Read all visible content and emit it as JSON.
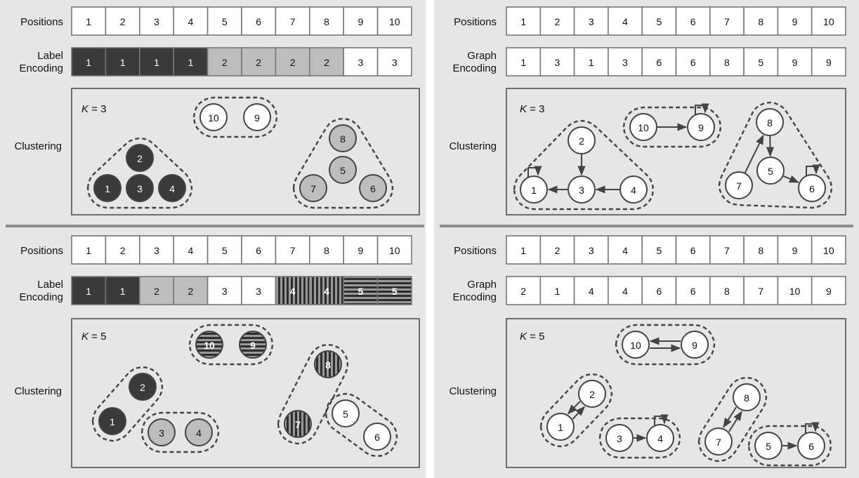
{
  "panels": [
    {
      "id": "label-k3",
      "rows": {
        "positions": {
          "label": "Positions",
          "values": [
            "1",
            "2",
            "3",
            "4",
            "5",
            "6",
            "7",
            "8",
            "9",
            "10"
          ]
        },
        "encoding": {
          "label_lines": [
            "Label",
            "Encoding"
          ],
          "values": [
            "1",
            "1",
            "1",
            "1",
            "2",
            "2",
            "2",
            "2",
            "3",
            "3"
          ],
          "styles": [
            "dark",
            "dark",
            "dark",
            "dark",
            "gray",
            "gray",
            "gray",
            "gray",
            "white",
            "white"
          ]
        }
      },
      "clustering": {
        "label": "Clustering",
        "k_text": "K = 3",
        "nodes": [
          {
            "id": "1",
            "style": "dark"
          },
          {
            "id": "2",
            "style": "dark"
          },
          {
            "id": "3",
            "style": "dark"
          },
          {
            "id": "4",
            "style": "dark"
          },
          {
            "id": "5",
            "style": "gray"
          },
          {
            "id": "6",
            "style": "gray"
          },
          {
            "id": "7",
            "style": "gray"
          },
          {
            "id": "8",
            "style": "gray"
          },
          {
            "id": "9",
            "style": "white"
          },
          {
            "id": "10",
            "style": "white"
          }
        ],
        "clusters": [
          [
            "1",
            "2",
            "3",
            "4"
          ],
          [
            "10",
            "9"
          ],
          [
            "8",
            "5",
            "7",
            "6"
          ]
        ],
        "edges": []
      }
    },
    {
      "id": "graph-k3",
      "rows": {
        "positions": {
          "label": "Positions",
          "values": [
            "1",
            "2",
            "3",
            "4",
            "5",
            "6",
            "7",
            "8",
            "9",
            "10"
          ]
        },
        "encoding": {
          "label_lines": [
            "Graph",
            "Encoding"
          ],
          "values": [
            "1",
            "3",
            "1",
            "3",
            "6",
            "6",
            "8",
            "5",
            "9",
            "9"
          ],
          "styles": [
            "white",
            "white",
            "white",
            "white",
            "white",
            "white",
            "white",
            "white",
            "white",
            "white"
          ]
        }
      },
      "clustering": {
        "label": "Clustering",
        "k_text": "K = 3",
        "nodes": [
          {
            "id": "1",
            "style": "white"
          },
          {
            "id": "2",
            "style": "white"
          },
          {
            "id": "3",
            "style": "white"
          },
          {
            "id": "4",
            "style": "white"
          },
          {
            "id": "5",
            "style": "white"
          },
          {
            "id": "6",
            "style": "white"
          },
          {
            "id": "7",
            "style": "white"
          },
          {
            "id": "8",
            "style": "white"
          },
          {
            "id": "9",
            "style": "white"
          },
          {
            "id": "10",
            "style": "white"
          }
        ],
        "clusters": [
          [
            "1",
            "2",
            "3",
            "4"
          ],
          [
            "10",
            "9"
          ],
          [
            "8",
            "5",
            "7",
            "6"
          ]
        ],
        "edges": [
          [
            "1",
            "1"
          ],
          [
            "2",
            "3"
          ],
          [
            "3",
            "1"
          ],
          [
            "4",
            "3"
          ],
          [
            "5",
            "6"
          ],
          [
            "6",
            "6"
          ],
          [
            "7",
            "8"
          ],
          [
            "8",
            "5"
          ],
          [
            "9",
            "9"
          ],
          [
            "10",
            "9"
          ]
        ]
      }
    },
    {
      "id": "label-k5",
      "rows": {
        "positions": {
          "label": "Positions",
          "values": [
            "1",
            "2",
            "3",
            "4",
            "5",
            "6",
            "7",
            "8",
            "9",
            "10"
          ]
        },
        "encoding": {
          "label_lines": [
            "Label",
            "Encoding"
          ],
          "values": [
            "1",
            "1",
            "2",
            "2",
            "3",
            "3",
            "4",
            "4",
            "5",
            "5"
          ],
          "styles": [
            "dark",
            "dark",
            "gray",
            "gray",
            "white",
            "white",
            "vstripe",
            "vstripe",
            "hstripe",
            "hstripe"
          ]
        }
      },
      "clustering": {
        "label": "Clustering",
        "k_text": "K = 5",
        "nodes": [
          {
            "id": "1",
            "style": "dark"
          },
          {
            "id": "2",
            "style": "dark"
          },
          {
            "id": "3",
            "style": "gray"
          },
          {
            "id": "4",
            "style": "gray"
          },
          {
            "id": "5",
            "style": "white"
          },
          {
            "id": "6",
            "style": "white"
          },
          {
            "id": "7",
            "style": "vstripe"
          },
          {
            "id": "8",
            "style": "vstripe"
          },
          {
            "id": "9",
            "style": "hstripe"
          },
          {
            "id": "10",
            "style": "hstripe"
          }
        ],
        "clusters": [
          [
            "1",
            "2"
          ],
          [
            "3",
            "4"
          ],
          [
            "10",
            "9"
          ],
          [
            "8",
            "7"
          ],
          [
            "5",
            "6"
          ]
        ],
        "edges": []
      }
    },
    {
      "id": "graph-k5",
      "rows": {
        "positions": {
          "label": "Positions",
          "values": [
            "1",
            "2",
            "3",
            "4",
            "5",
            "6",
            "7",
            "8",
            "9",
            "10"
          ]
        },
        "encoding": {
          "label_lines": [
            "Graph",
            "Encoding"
          ],
          "values": [
            "2",
            "1",
            "4",
            "4",
            "6",
            "6",
            "8",
            "7",
            "10",
            "9"
          ],
          "styles": [
            "white",
            "white",
            "white",
            "white",
            "white",
            "white",
            "white",
            "white",
            "white",
            "white"
          ]
        }
      },
      "clustering": {
        "label": "Clustering",
        "k_text": "K = 5",
        "nodes": [
          {
            "id": "1",
            "style": "white"
          },
          {
            "id": "2",
            "style": "white"
          },
          {
            "id": "3",
            "style": "white"
          },
          {
            "id": "4",
            "style": "white"
          },
          {
            "id": "5",
            "style": "white"
          },
          {
            "id": "6",
            "style": "white"
          },
          {
            "id": "7",
            "style": "white"
          },
          {
            "id": "8",
            "style": "white"
          },
          {
            "id": "9",
            "style": "white"
          },
          {
            "id": "10",
            "style": "white"
          }
        ],
        "clusters": [
          [
            "1",
            "2"
          ],
          [
            "3",
            "4"
          ],
          [
            "10",
            "9"
          ],
          [
            "7",
            "8"
          ],
          [
            "5",
            "6"
          ]
        ],
        "edges": [
          [
            "1",
            "2"
          ],
          [
            "2",
            "1"
          ],
          [
            "3",
            "4"
          ],
          [
            "4",
            "4"
          ],
          [
            "5",
            "6"
          ],
          [
            "6",
            "6"
          ],
          [
            "7",
            "8"
          ],
          [
            "8",
            "7"
          ],
          [
            "9",
            "10"
          ],
          [
            "10",
            "9"
          ]
        ]
      }
    }
  ],
  "colors": {
    "dark": "#3a3a3a",
    "gray": "#bdbdbd",
    "white": "#ffffff",
    "stripe_dark": "#2e2e2e",
    "stripe_light": "#9a9a9a"
  }
}
